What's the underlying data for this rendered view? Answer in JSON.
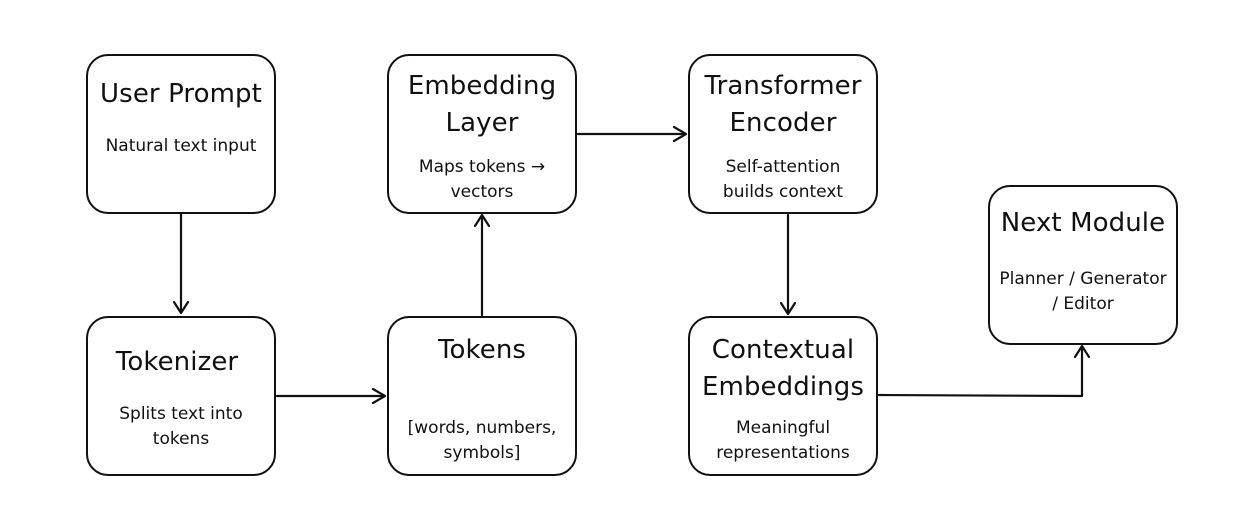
{
  "diagram": {
    "type": "flowchart",
    "nodes": [
      {
        "id": "user-prompt",
        "title": "User Prompt",
        "description": "Natural text input"
      },
      {
        "id": "tokenizer",
        "title": "Tokenizer",
        "description": "Splits text into tokens"
      },
      {
        "id": "tokens",
        "title": "Tokens",
        "description": "[words, numbers, symbols]"
      },
      {
        "id": "embedding-layer",
        "title": "Embedding Layer",
        "description": "Maps tokens → vectors"
      },
      {
        "id": "transformer-encoder",
        "title": "Transformer Encoder",
        "description": "Self-attention builds context"
      },
      {
        "id": "contextual-embeddings",
        "title": "Contextual Embeddings",
        "description": "Meaningful representations"
      },
      {
        "id": "next-module",
        "title": "Next Module",
        "description": "Planner / Generator / Editor"
      }
    ],
    "edges": [
      {
        "from": "user-prompt",
        "to": "tokenizer"
      },
      {
        "from": "tokenizer",
        "to": "tokens"
      },
      {
        "from": "tokens",
        "to": "embedding-layer"
      },
      {
        "from": "embedding-layer",
        "to": "transformer-encoder"
      },
      {
        "from": "transformer-encoder",
        "to": "contextual-embeddings"
      },
      {
        "from": "contextual-embeddings",
        "to": "next-module"
      }
    ]
  },
  "colors": {
    "stroke": "#111111",
    "background": "#ffffff",
    "text": "#111111"
  }
}
